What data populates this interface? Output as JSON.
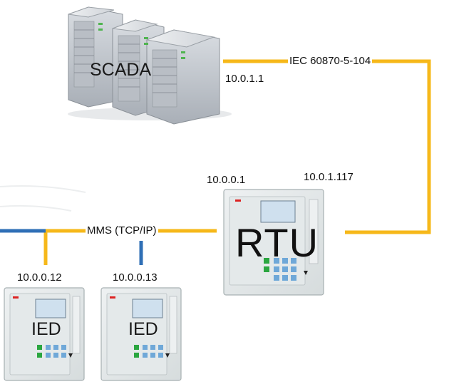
{
  "nodes": {
    "scada": {
      "label": "SCADA",
      "ip": "10.0.1.1"
    },
    "rtu": {
      "label": "RTU",
      "ip_left": "10.0.0.1",
      "ip_right": "10.0.1.117"
    },
    "ied1": {
      "label": "IED",
      "ip": "10.0.0.12"
    },
    "ied2": {
      "label": "IED",
      "ip": "10.0.0.13"
    }
  },
  "links": {
    "scada_rtu": {
      "label": "IEC 60870-5-104",
      "color": "#f6b81a"
    },
    "mms": {
      "label": "MMS (TCP/IP)",
      "color": "#f6b81a"
    },
    "lan": {
      "color": "#2f6fb6"
    }
  }
}
